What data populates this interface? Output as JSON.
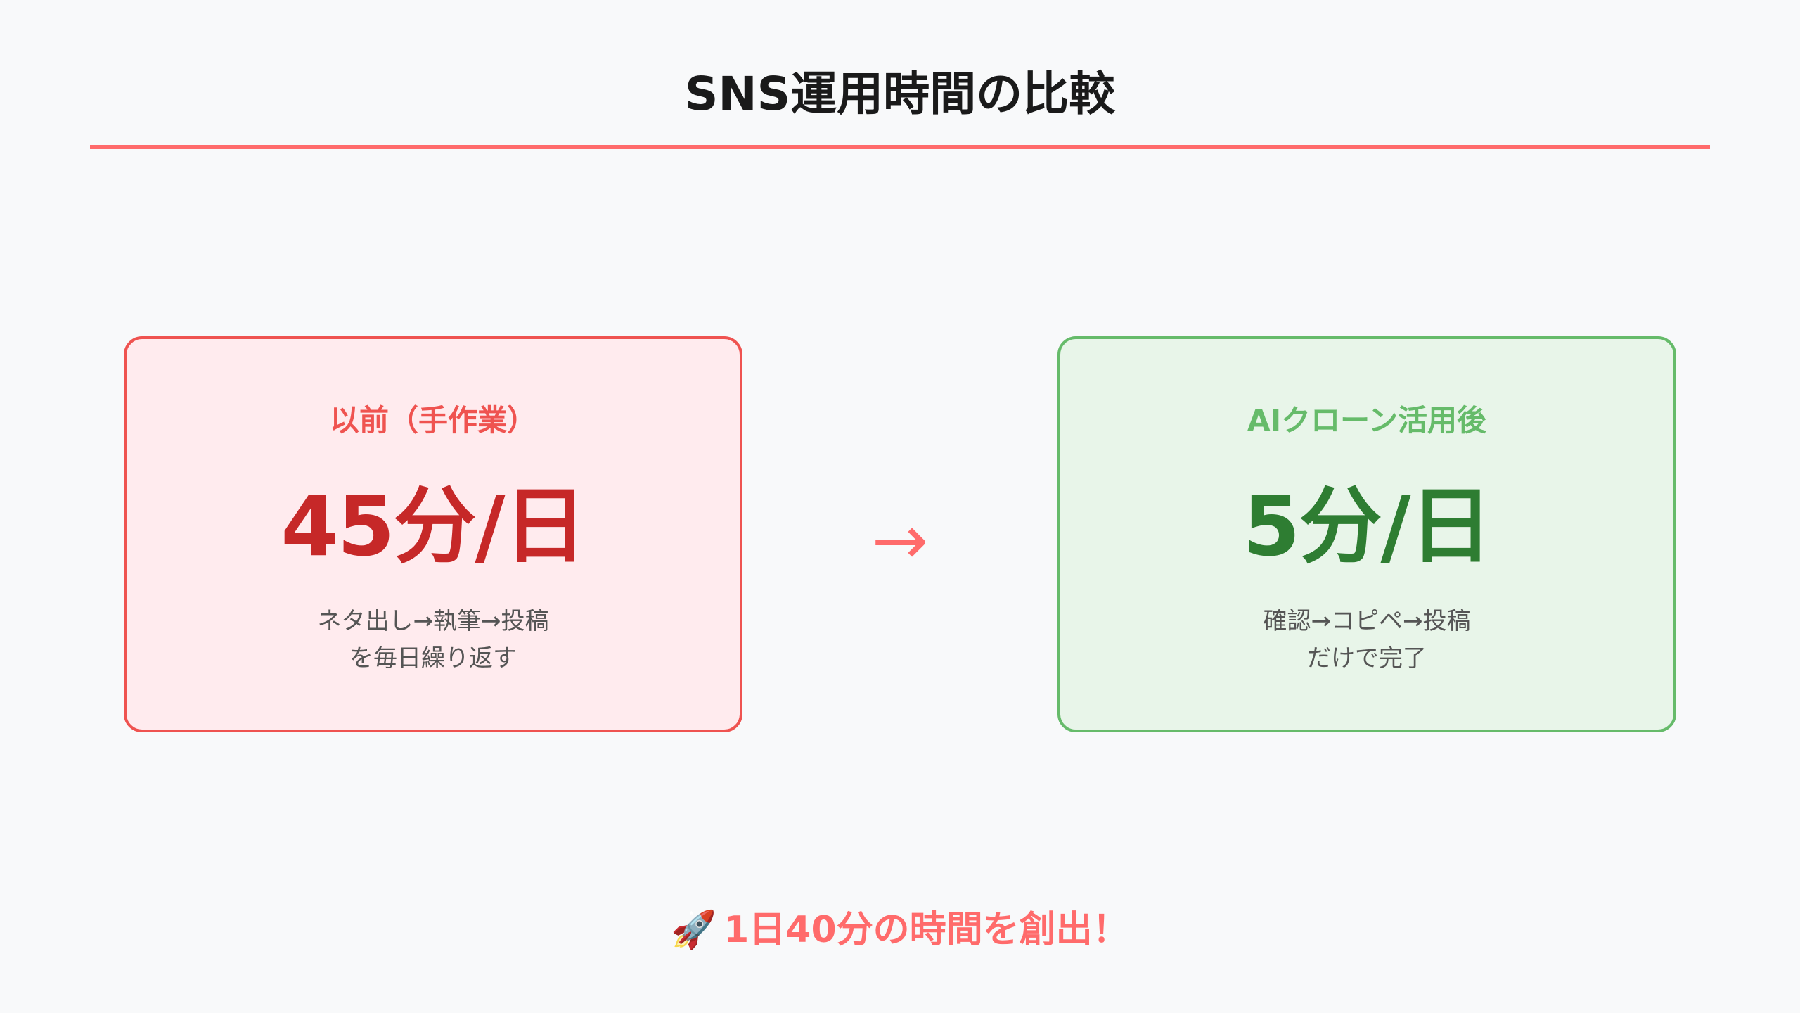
{
  "header": {
    "title": "SNS運用時間の比較"
  },
  "comparison": {
    "before": {
      "label": "以前（手作業）",
      "value": "45分/日",
      "description_line1": "ネタ出し→執筆→投稿",
      "description_line2": "を毎日繰り返す"
    },
    "arrow": "→",
    "after": {
      "label": "AIクローン活用後",
      "value": "5分/日",
      "description_line1": "確認→コピペ→投稿",
      "description_line2": "だけで完了"
    }
  },
  "footer": {
    "icon": "🚀",
    "text": "1日40分の時間を創出！"
  },
  "colors": {
    "accent": "#ff6b6b",
    "before_border": "#ef5350",
    "before_value": "#c62828",
    "after_border": "#66bb6a",
    "after_value": "#2e7d32",
    "background": "#f8f9fa"
  }
}
